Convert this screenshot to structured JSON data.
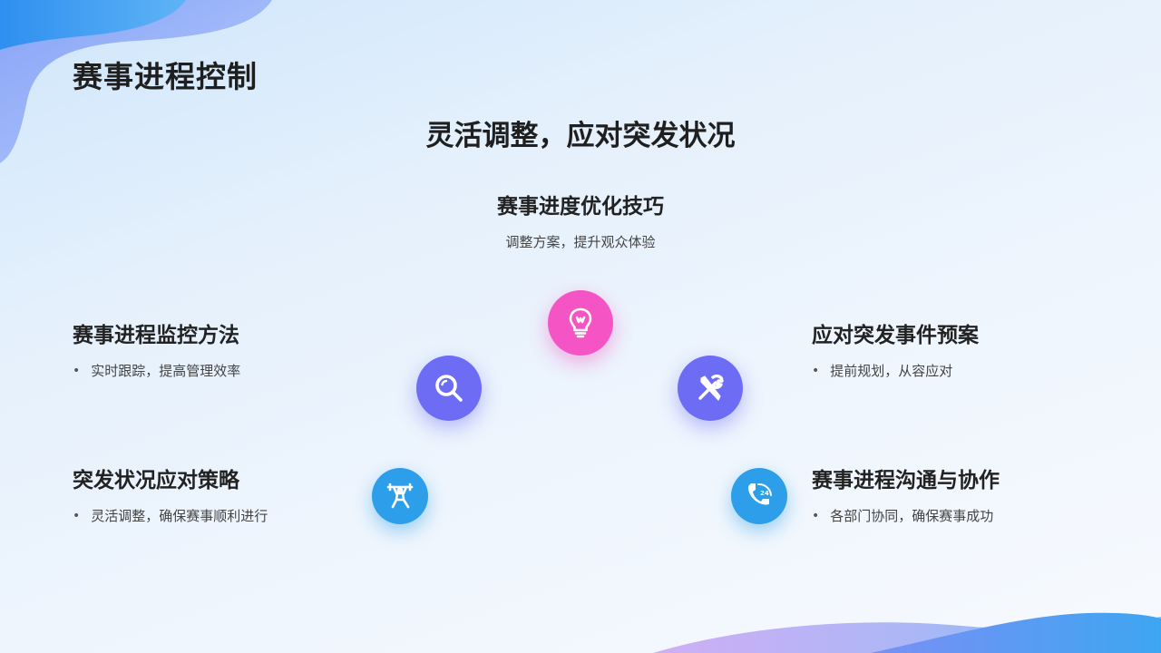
{
  "page": {
    "title": "赛事进程控制",
    "subtitle": "灵活调整，应对突发状况"
  },
  "top_section": {
    "heading": "赛事进度优化技巧",
    "desc": "调整方案，提升观众体验",
    "icon": "lightbulb-icon",
    "color": "#f454c4"
  },
  "left_sections": [
    {
      "heading": "赛事进程监控方法",
      "bullet": "实时跟踪，提高管理效率",
      "icon": "search-icon",
      "color": "#6d6cf4"
    },
    {
      "heading": "突发状况应对策略",
      "bullet": "灵活调整，确保赛事顺利进行",
      "icon": "weightlifter-icon",
      "color": "#2d9ee9"
    }
  ],
  "right_sections": [
    {
      "heading": "应对突发事件预案",
      "bullet": "提前规划，从容应对",
      "icon": "tools-icon",
      "color": "#6d6cf4"
    },
    {
      "heading": "赛事进程沟通与协作",
      "bullet": "各部门协同，确保赛事成功",
      "icon": "phone-24-icon",
      "color": "#2d9ee9"
    }
  ],
  "bullet_symbol": "•",
  "phone_label": "24"
}
